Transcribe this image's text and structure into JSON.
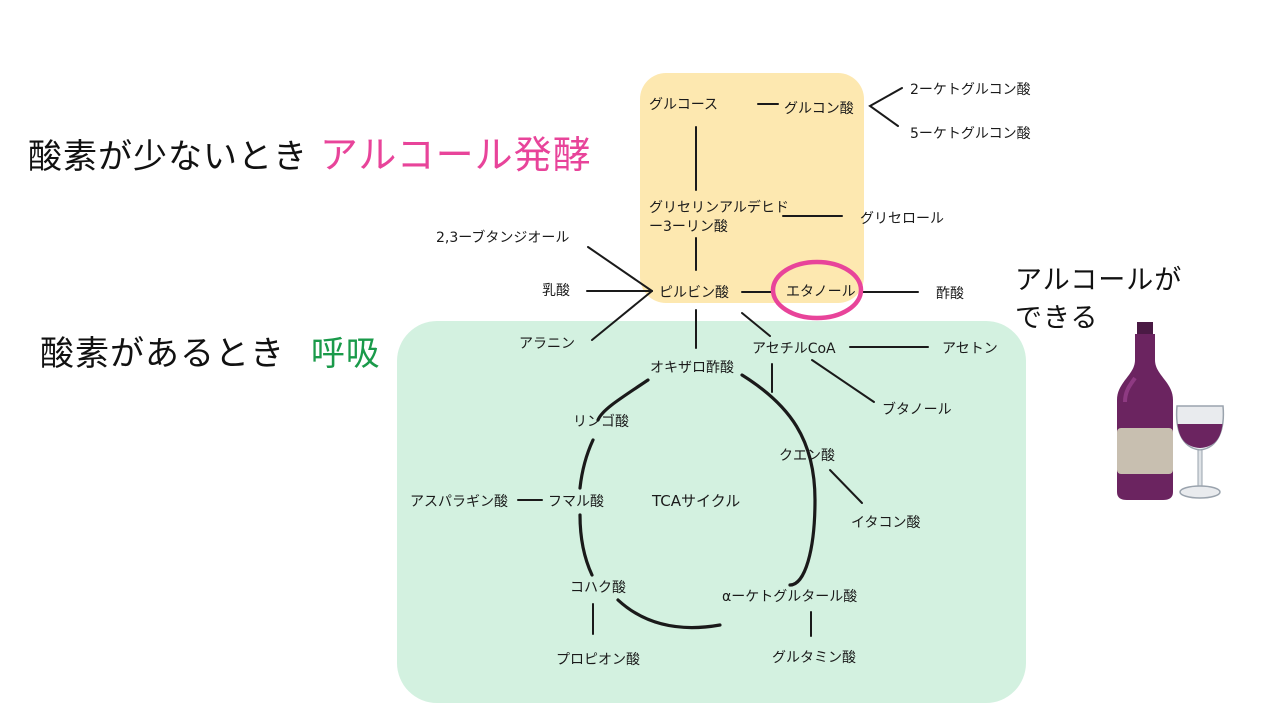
{
  "slide": {
    "low_oxygen": {
      "label": "酸素が少ないとき",
      "process": "アルコール発酵",
      "process_color": "#e8449a"
    },
    "with_oxygen": {
      "label": "酸素があるとき",
      "process": "呼吸",
      "process_color": "#1a9a4a"
    },
    "alcohol_note": {
      "line1": "アルコールが",
      "line2": "できる"
    }
  },
  "colors": {
    "fermentation_region": "#fde8b0",
    "respiration_region": "#d3f1e0",
    "ethanol_highlight": "#e8449a",
    "wine": "#6b2460"
  },
  "diagram": {
    "nodes": {
      "glucose": "グルコース",
      "gluconic": "グルコン酸",
      "keto2": "2ーケトグルコン酸",
      "keto5": "5ーケトグルコン酸",
      "g3p1": "グリセリンアルデヒド",
      "g3p2": "ー3ーリン酸",
      "glycerol": "グリセロール",
      "butanediol": "2,3ーブタンジオール",
      "lactic": "乳酸",
      "pyruvic": "ピルビン酸",
      "ethanol": "エタノール",
      "acetic": "酢酸",
      "alanine": "アラニン",
      "acetylcoa": "アセチルCoA",
      "acetone": "アセトン",
      "butanol": "ブタノール",
      "oxaloacetic": "オキザロ酢酸",
      "malic": "リンゴ酸",
      "citric": "クエン酸",
      "itaconic": "イタコン酸",
      "asparagine": "アスパラギン酸",
      "fumaric": "フマル酸",
      "tca": "TCAサイクル",
      "succinic": "コハク酸",
      "ketoglutaric": "αーケトグルタール酸",
      "propionic": "プロピオン酸",
      "glutamic": "グルタミン酸"
    }
  }
}
